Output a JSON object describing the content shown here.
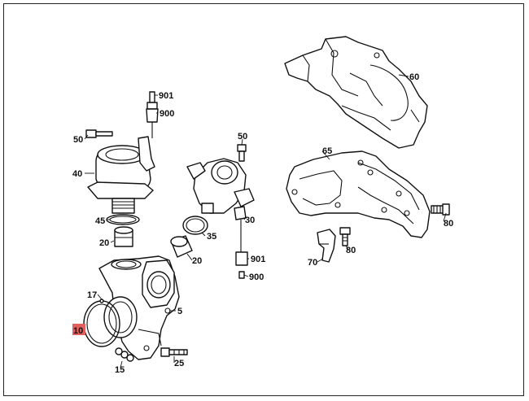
{
  "diagram": {
    "highlight_color": "#e06060",
    "callouts": [
      {
        "id": "c901a",
        "text": "901"
      },
      {
        "id": "c900a",
        "text": "900"
      },
      {
        "id": "c50a",
        "text": "50"
      },
      {
        "id": "c40",
        "text": "40"
      },
      {
        "id": "c45",
        "text": "45"
      },
      {
        "id": "c20a",
        "text": "20"
      },
      {
        "id": "c50b",
        "text": "50"
      },
      {
        "id": "c30",
        "text": "30"
      },
      {
        "id": "c35",
        "text": "35"
      },
      {
        "id": "c20b",
        "text": "20"
      },
      {
        "id": "c901b",
        "text": "901"
      },
      {
        "id": "c900b",
        "text": "900"
      },
      {
        "id": "c60",
        "text": "60"
      },
      {
        "id": "c65",
        "text": "65"
      },
      {
        "id": "c80a",
        "text": "80"
      },
      {
        "id": "c80b",
        "text": "80"
      },
      {
        "id": "c70",
        "text": "70"
      },
      {
        "id": "c17",
        "text": "17"
      },
      {
        "id": "c5",
        "text": "5"
      },
      {
        "id": "c10",
        "text": "10"
      },
      {
        "id": "c25",
        "text": "25"
      },
      {
        "id": "c15",
        "text": "15"
      }
    ]
  }
}
